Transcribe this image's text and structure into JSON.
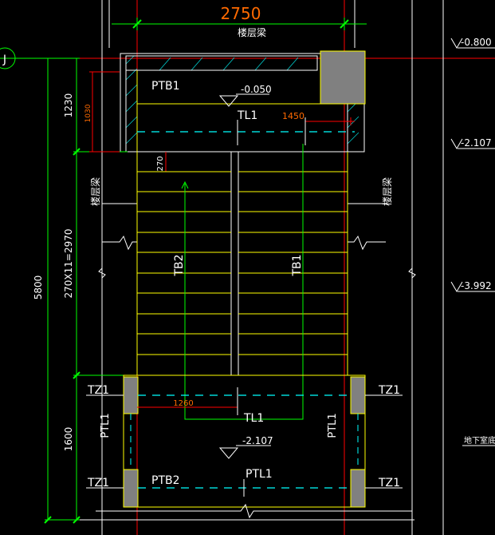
{
  "colors": {
    "background": "#000000",
    "white": "#ffffff",
    "green": "#00ff00",
    "yellow": "#ffff00",
    "red": "#ff0000",
    "cyan": "#00ffff",
    "orange": "#ff6a00",
    "gray": "#808080"
  },
  "drawing": {
    "width_dim": "2750",
    "beam_top": "楼层梁",
    "beam_left": "楼层梁",
    "beam_right": "楼层梁",
    "axis_bubble": "J",
    "ptb1": "PTB1",
    "ptb2": "PTB2",
    "elev_upper_landing": "-0.050",
    "elev_lower_landing": "-2.107",
    "tl1_top": "TL1",
    "tl1_bottom": "TL1",
    "ptl1_left": "PTL1",
    "ptl1_right": "PTL1",
    "ptl1_bottom": "PTL1",
    "tb1": "TB1",
    "tb2": "TB2",
    "tz1_left_top": "TZ1",
    "tz1_right_top": "TZ1",
    "tz1_left_bottom": "TZ1",
    "tz1_right_bottom": "TZ1",
    "dim_1450": "1450",
    "dim_1260": "1260",
    "dim_1030": "1030",
    "dim_270": "270",
    "dim_1230": "1230",
    "dim_steps": "270X11=2970",
    "dim_1600": "1600",
    "dim_5800": "5800",
    "right_elev_1": "-0.800",
    "right_elev_2": "-2.107",
    "right_elev_3": "-3.992",
    "right_note": "地下室底板"
  }
}
